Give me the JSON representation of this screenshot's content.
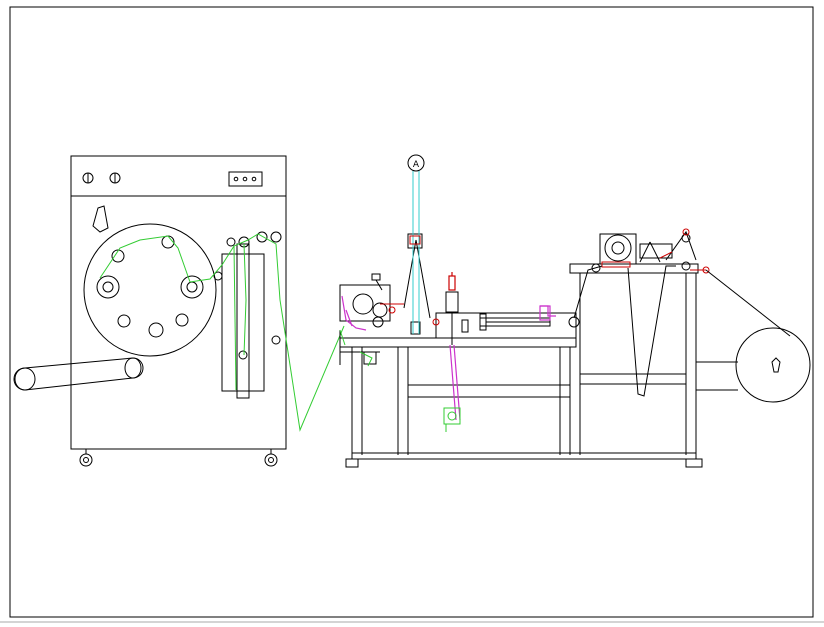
{
  "drawing": {
    "title": "",
    "background_color": "#ffffff",
    "line_color": "#000000",
    "web_path_color": "#33cc33",
    "guide_color": "#33cccc",
    "linkage_color": "#cc33cc",
    "accent_color": "#cc0000",
    "roller_label": "A"
  },
  "components": [
    "unwind-cabinet",
    "dancer-tower",
    "left-guide-unit",
    "center-column",
    "work-table",
    "drive-frame",
    "rewind-roll"
  ]
}
